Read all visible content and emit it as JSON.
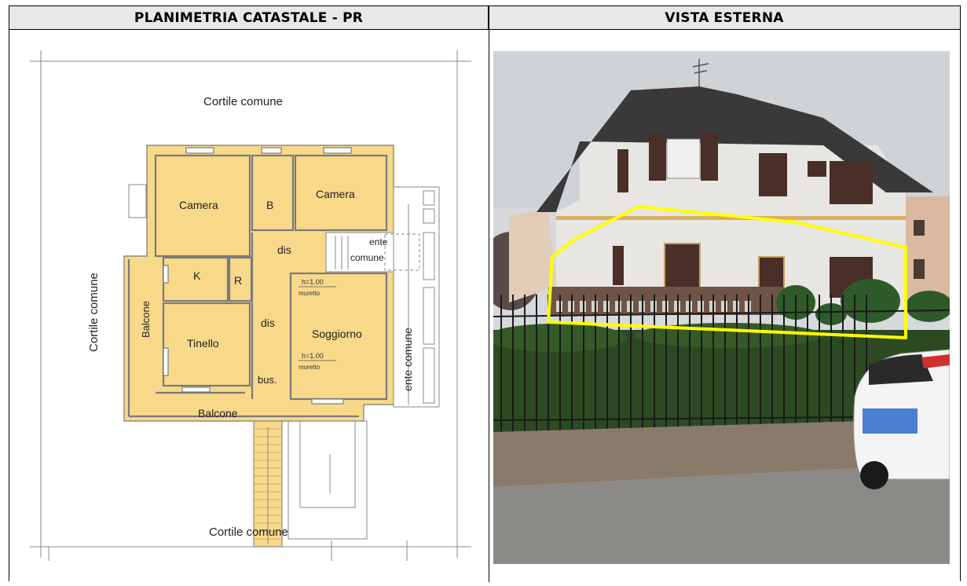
{
  "headers": {
    "left": "PLANIMETRIA CATASTALE - PR",
    "right": "VISTA ESTERNA"
  },
  "plan": {
    "cortile_top": "Cortile comune",
    "cortile_left": "Cortile comune",
    "cortile_bottom": "Cortile comune",
    "ente_comune_right": "ente comune",
    "ente_comune_stairs_1": "ente",
    "ente_comune_stairs_2": "comune",
    "rooms": {
      "camera_left": "Camera",
      "bagno": "B",
      "camera_right": "Camera",
      "dis_top": "dis",
      "kitchen": "K",
      "ripostiglio": "R",
      "dis_mid": "dis",
      "tinello": "Tinello",
      "soggiorno": "Soggiorno",
      "bus": "bus.",
      "balcone_left": "Balcone",
      "balcone_bottom": "Balcone"
    },
    "notes": {
      "h1_value": "h=1.00",
      "h1_label": "muretto",
      "h2_value": "h=1.00",
      "h2_label": "muretto"
    },
    "colors": {
      "fill": "#f8d98a",
      "stroke": "#6b6b6b"
    }
  },
  "photo": {
    "highlight_color": "#ffff00",
    "plate_color": "#4a7fd4"
  }
}
